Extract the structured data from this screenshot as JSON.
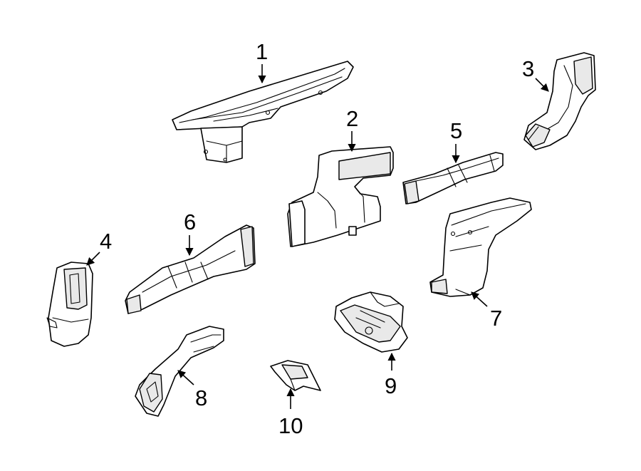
{
  "callouts": {
    "c1": "1",
    "c2": "2",
    "c3": "3",
    "c4": "4",
    "c5": "5",
    "c6": "6",
    "c7": "7",
    "c8": "8",
    "c9": "9",
    "c10": "10"
  },
  "colors": {
    "line": "#000000",
    "background": "#ffffff",
    "shade": "#e9e9e9"
  }
}
